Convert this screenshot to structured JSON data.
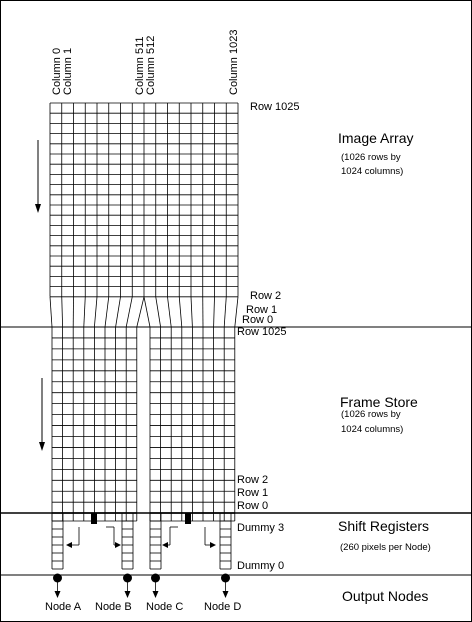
{
  "columns": {
    "col0": "Column 0",
    "col1": "Column 1",
    "col511": "Column 511",
    "col512": "Column 512",
    "col1023": "Column 1023"
  },
  "image_array": {
    "title": "Image Array",
    "note_line1": "(1026 rows by",
    "note_line2": "1024 columns)",
    "row_top": "Row 1025",
    "row_2": "Row 2",
    "row_1": "Row 1",
    "row_0": "Row 0"
  },
  "frame_store": {
    "title": "Frame Store",
    "note_line1": "(1026 rows by",
    "note_line2": "1024 columns)",
    "row_top": "Row 1025",
    "row_2": "Row 2",
    "row_1": "Row 1",
    "row_0": "Row 0"
  },
  "shift_registers": {
    "title": "Shift Registers",
    "note": "(260 pixels per Node)",
    "dummy_top": "Dummy 3",
    "dummy_bottom": "Dummy 0"
  },
  "output_nodes": {
    "title": "Output Nodes",
    "nodes": [
      "Node A",
      "Node B",
      "Node C",
      "Node D"
    ]
  },
  "colors": {
    "line": "#000000",
    "background": "#ffffff"
  }
}
